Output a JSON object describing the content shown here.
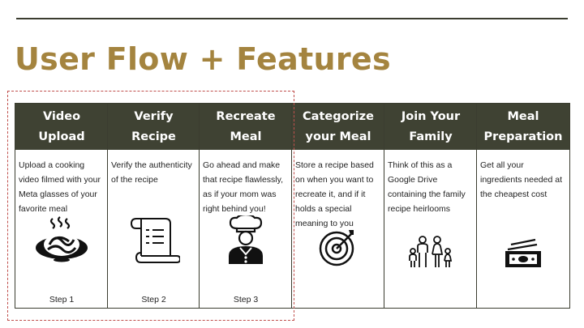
{
  "slide": {
    "title": "User Flow + Features"
  },
  "columns": [
    {
      "heading": "Video\nUpload",
      "description": "Upload a cooking video filmed with your Meta glasses of your favorite meal",
      "icon": "pasta-bowl-icon",
      "step": "Step 1"
    },
    {
      "heading": "Verify\nRecipe",
      "description": "Verify the authenticity of the recipe",
      "icon": "recipe-scroll-icon",
      "step": "Step 2"
    },
    {
      "heading": "Recreate\nMeal",
      "description": "Go ahead and make that recipe flawlessly, as if your mom was right behind you!",
      "icon": "chef-icon",
      "step": "Step 3"
    },
    {
      "heading": "Categorize\nyour Meal",
      "description": "Store a recipe based on when you want to recreate it, and if it holds a special meaning to you",
      "icon": "target-icon",
      "step": ""
    },
    {
      "heading": "Join Your\nFamily",
      "description": "Think of this as a Google Drive containing the family recipe heirlooms",
      "icon": "family-icon",
      "step": ""
    },
    {
      "heading": "Meal\nPreparation",
      "description": "Get all your ingredients needed at the cheapest cost",
      "icon": "money-icon",
      "step": ""
    }
  ],
  "colors": {
    "title": "#a4843f",
    "header_bg": "#3f4233",
    "header_text": "#ffffff",
    "highlight_dash": "#c0504d"
  }
}
